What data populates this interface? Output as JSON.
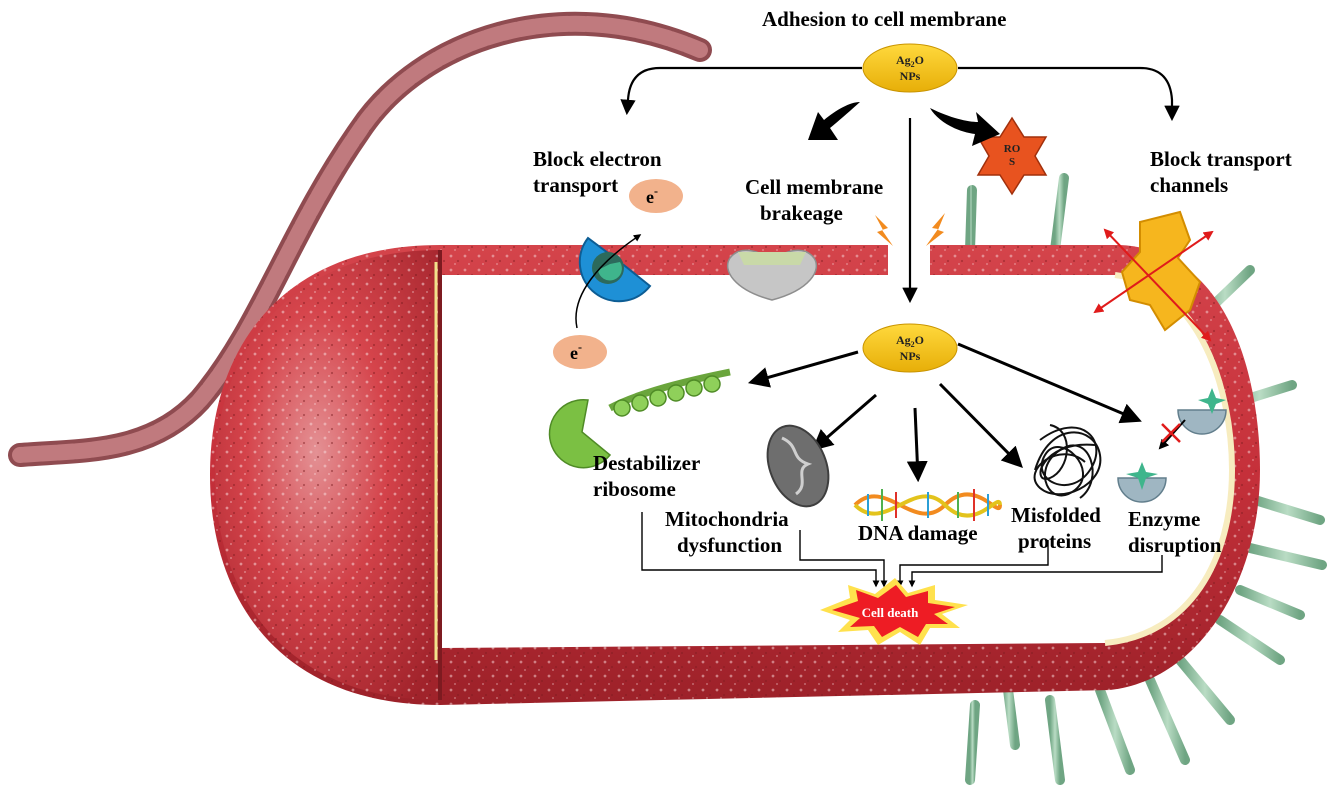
{
  "labels": {
    "adhesion": "Adhesion to cell membrane",
    "block_electron_line1": "Block electron",
    "block_electron_line2": "transport",
    "cell_membrane_line1": "Cell membrane",
    "cell_membrane_line2": "brakeage",
    "block_transport_line1": "Block transport",
    "block_transport_line2": "channels",
    "destabilizer_line1": "Destabilizer",
    "destabilizer_line2": "ribosome",
    "mitochondria_line1": "Mitochondria",
    "mitochondria_line2": "dysfunction",
    "dna_damage": "DNA damage",
    "misfolded_line1": "Misfolded",
    "misfolded_line2": "proteins",
    "enzyme_line1": "Enzyme",
    "enzyme_line2": "disruption",
    "cell_death": "Cell death"
  },
  "nanoparticle": {
    "line1_main": "Ag",
    "line1_sub": "2",
    "line1_end": "O",
    "line2": "NPs"
  },
  "ros": {
    "line1": "RO",
    "line2": "S"
  },
  "electron": {
    "symbol": "e",
    "charge": "-"
  },
  "colors": {
    "membrane_red": "#c8323a",
    "membrane_dark": "#8e1d24",
    "nanoparticle_yellow": "#f4c21b",
    "ros_orange": "#e8531f",
    "flagellum": "#b56a6e",
    "pili_green": "#8fbf9f",
    "ribosome_green": "#7bc043",
    "electron_peach": "#f2b28c",
    "cell_death_red": "#ee1c24",
    "cell_death_yellow": "#ffe14d",
    "channel_yellow": "#f6b61e",
    "transporter_blue": "#1e90d6"
  }
}
